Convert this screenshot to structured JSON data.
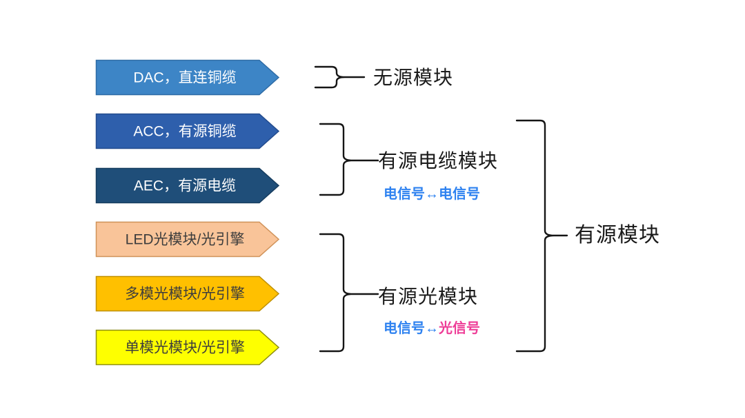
{
  "arrows": [
    {
      "label": "DAC，直连铜缆",
      "fill": "#3d85c6",
      "stroke": "#2f6ca6",
      "text_color": "#ffffff"
    },
    {
      "label": "ACC，有源铜缆",
      "fill": "#2e5fac",
      "stroke": "#234c8e",
      "text_color": "#ffffff"
    },
    {
      "label": "AEC，有源电缆",
      "fill": "#1f4e79",
      "stroke": "#173d5f",
      "text_color": "#ffffff"
    },
    {
      "label": "LED光模块/光引擎",
      "fill": "#f9c499",
      "stroke": "#d09259",
      "text_color": "#3d3d3d"
    },
    {
      "label": "多模光模块/光引擎",
      "fill": "#ffc000",
      "stroke": "#bf9000",
      "text_color": "#3d3d3d"
    },
    {
      "label": "单模光模块/光引擎",
      "fill": "#feff00",
      "stroke": "#8f8f10",
      "text_color": "#3d3d3d"
    }
  ],
  "groups": {
    "passive": {
      "label": "无源模块"
    },
    "active_cable": {
      "label": "有源电缆模块",
      "signal": "电信号↔电信号",
      "signal_color": "#2e82f0"
    },
    "active_optical": {
      "label": "有源光模块",
      "signal_left": "电信号↔",
      "signal_left_color": "#2e82f0",
      "signal_right": "光信号",
      "signal_right_color": "#ee3d97"
    },
    "active": {
      "label": "有源模块"
    }
  },
  "colors": {
    "background": "#ffffff",
    "brace_line": "#151515",
    "heading_text": "#1a1a1a"
  }
}
